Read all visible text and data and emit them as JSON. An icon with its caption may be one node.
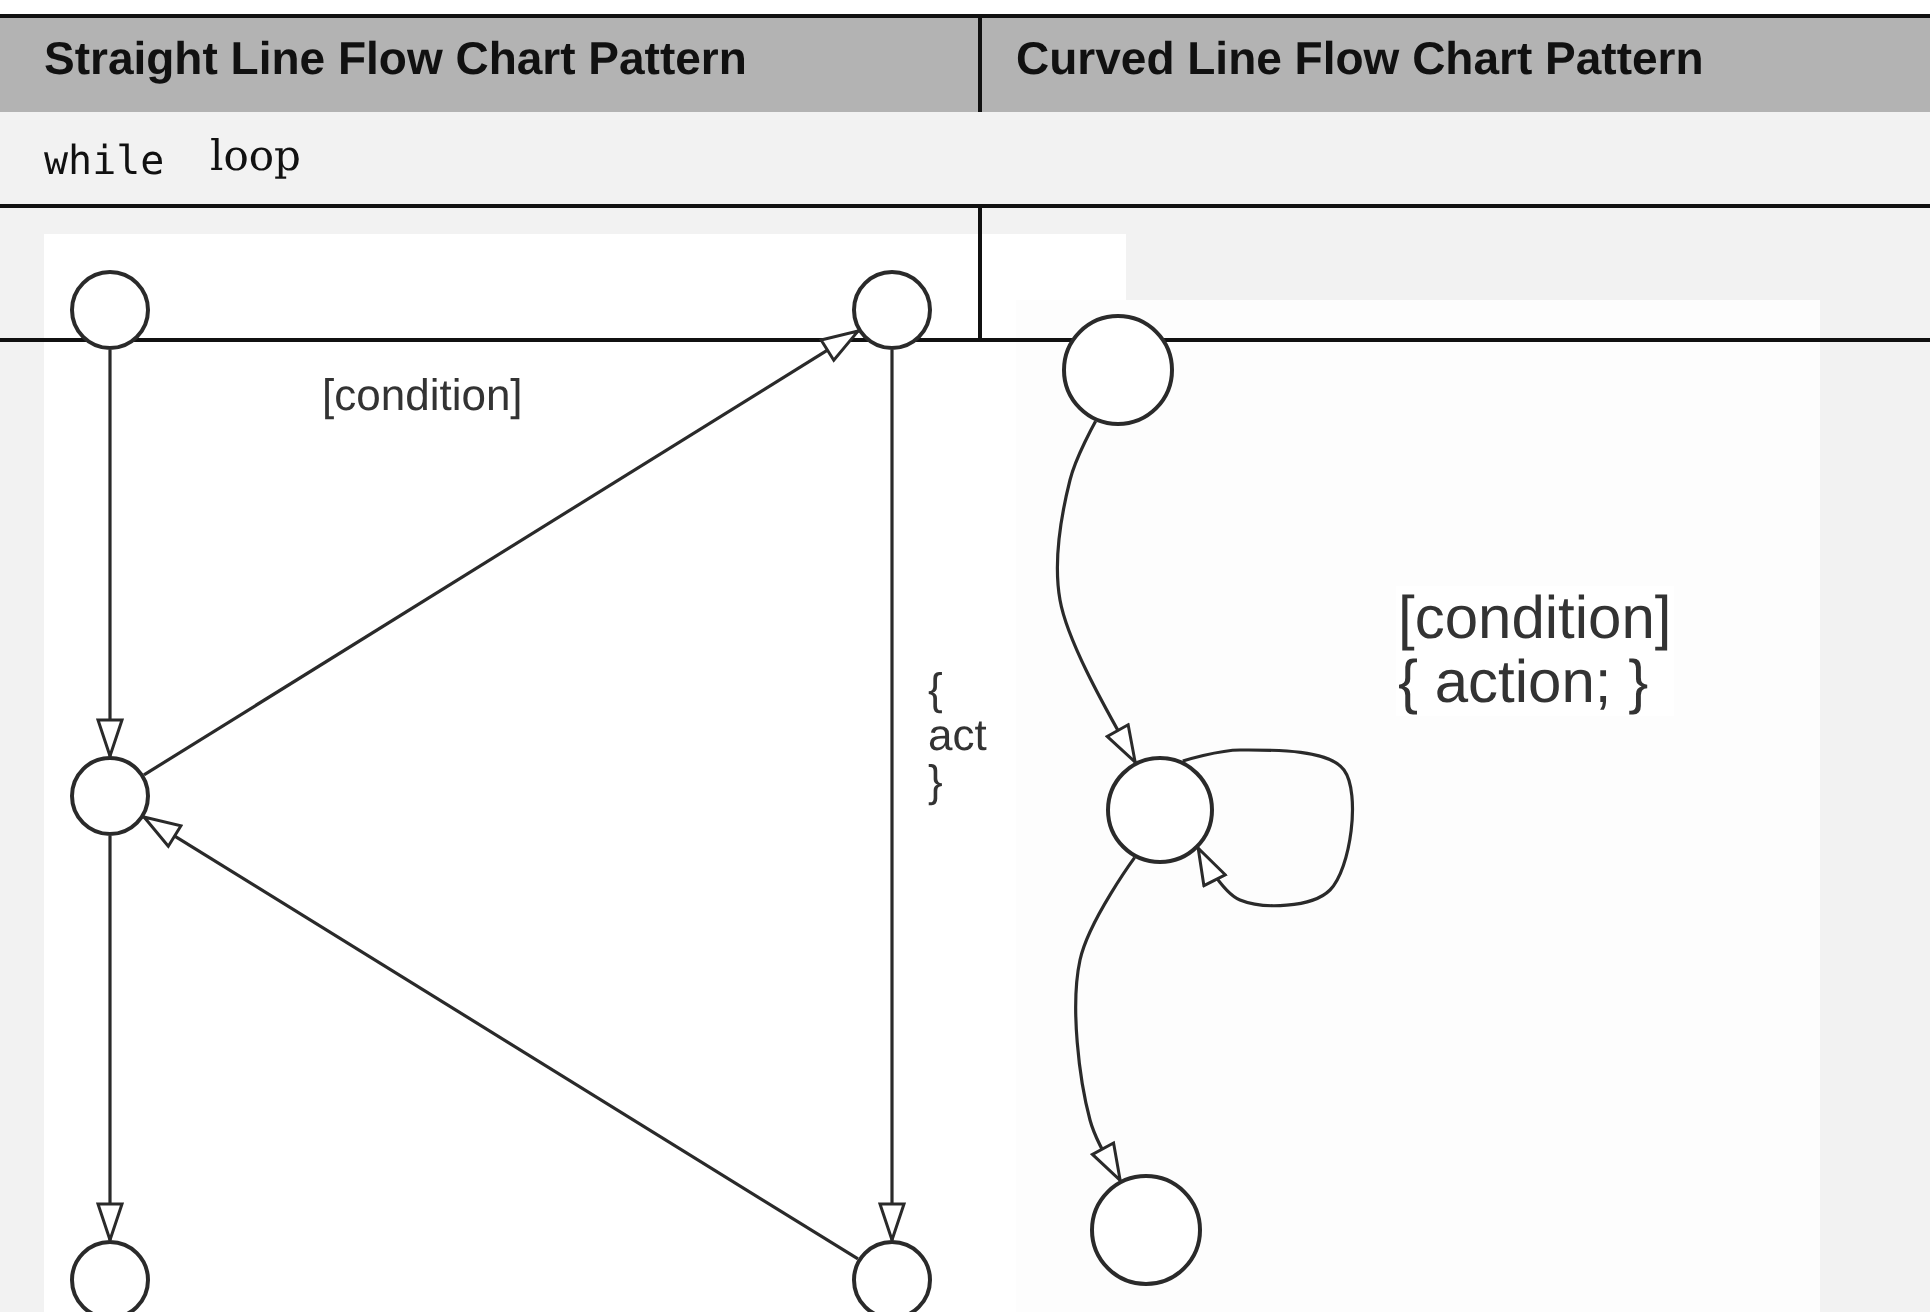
{
  "diagram": {
    "nodes": [
      {
        "text": [],
        "shape": "circle"
      },
      {
        "text": [],
        "shape": "circle"
      },
      {
        "text": [],
        "shape": "circle"
      },
      {
        "text": [],
        "shape": "circle"
      },
      {
        "text": [],
        "shape": "circle"
      },
      {
        "text": [],
        "shape": "circle"
      },
      {
        "text": [],
        "shape": "circle"
      },
      {
        "text": [],
        "shape": "circle"
      }
    ],
    "edges": [
      {
        "from": 0,
        "to": 2,
        "arrow": "to"
      },
      {
        "from": 2,
        "to": 1,
        "arrow": "to",
        "label": "[condition]"
      },
      {
        "from": 1,
        "to": 4,
        "arrow": "to",
        "label": "{ act }"
      },
      {
        "from": 4,
        "to": 2,
        "arrow": "to"
      },
      {
        "from": 2,
        "to": 3,
        "arrow": "to"
      },
      {
        "from": 5,
        "to": 6,
        "arrow": "to"
      },
      {
        "from": 6,
        "to": 6,
        "arrow": "to",
        "label": "[condition] { action; }"
      },
      {
        "from": 6,
        "to": 7,
        "arrow": "to"
      }
    ],
    "labels": [
      "Straight Line Flow Chart Pattern",
      "Curved Line Flow Chart Pattern",
      "while",
      "loop"
    ]
  }
}
